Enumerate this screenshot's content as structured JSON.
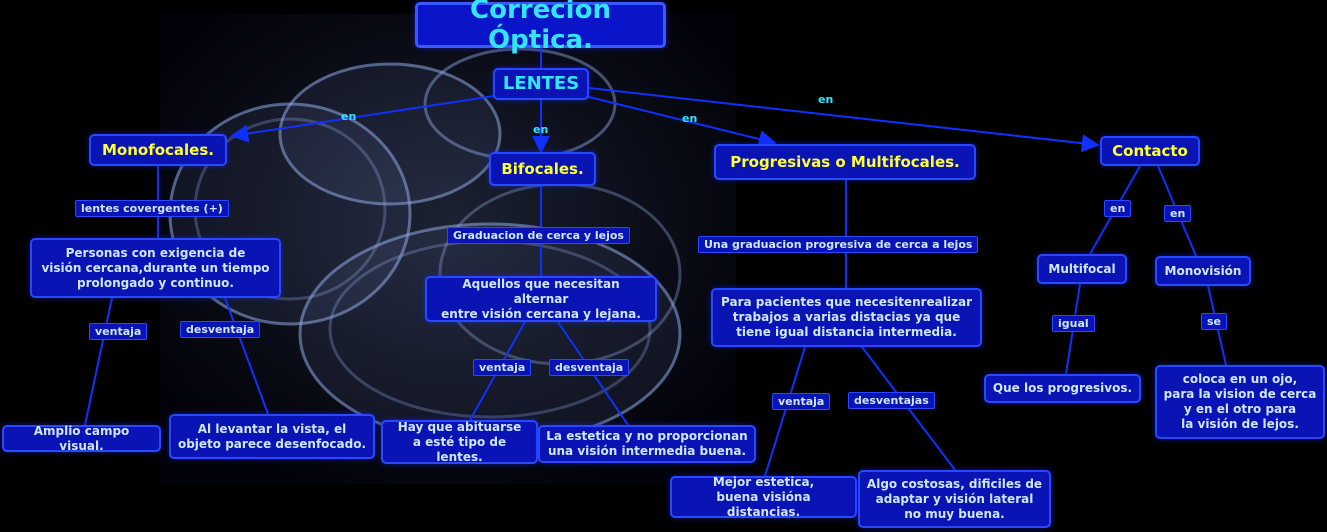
{
  "title": "Correcion Óptica.",
  "root": "LENTES",
  "types": {
    "monofocales": "Monofocales.",
    "bifocales": "Bifocales.",
    "progresivas": "Progresivas o Multifocales.",
    "contacto": "Contacto"
  },
  "connectors": {
    "en": "en",
    "igual": "igual",
    "se": "se",
    "ventaja": "ventaja",
    "desventaja": "desventaja",
    "desventajas": "desventajas"
  },
  "monofocales": {
    "link": "lentes covergentes (+)",
    "desc": "Personas con exigencia de\nvisión cercana,durante un tiempo\nprolongado y continuo.",
    "ventaja": "Amplio campo visual.",
    "desventaja": "Al levantar la vista, el\nobjeto parece desenfocado."
  },
  "bifocales": {
    "link": "Graduacion de cerca y lejos",
    "desc": "Aquellos que necesitan alternar\nentre visión cercana y lejana.",
    "ventaja": "Hay que abituarse\na esté tipo de lentes.",
    "desventaja": "La estetica y no proporcionan\nuna visión intermedia buena."
  },
  "progresivas": {
    "link": "Una graduacion progresiva de cerca a lejos",
    "desc": "Para pacientes que necesitenrealizar\ntrabajos a varias distacias ya que\ntiene igual distancia intermedia.",
    "ventaja": "Mejor estetica,\nbuena visióna distancias.",
    "desventaja": "Algo costosas, dificiles de\nadaptar y visión lateral\nno muy buena."
  },
  "contacto": {
    "multifocal": "Multifocal",
    "multifocal_desc": "Que los progresivos.",
    "monovision": "Monovisión",
    "monovision_desc": "coloca en un ojo,\npara la vision de cerca\ny en el otro para\nla visión de lejos."
  }
}
